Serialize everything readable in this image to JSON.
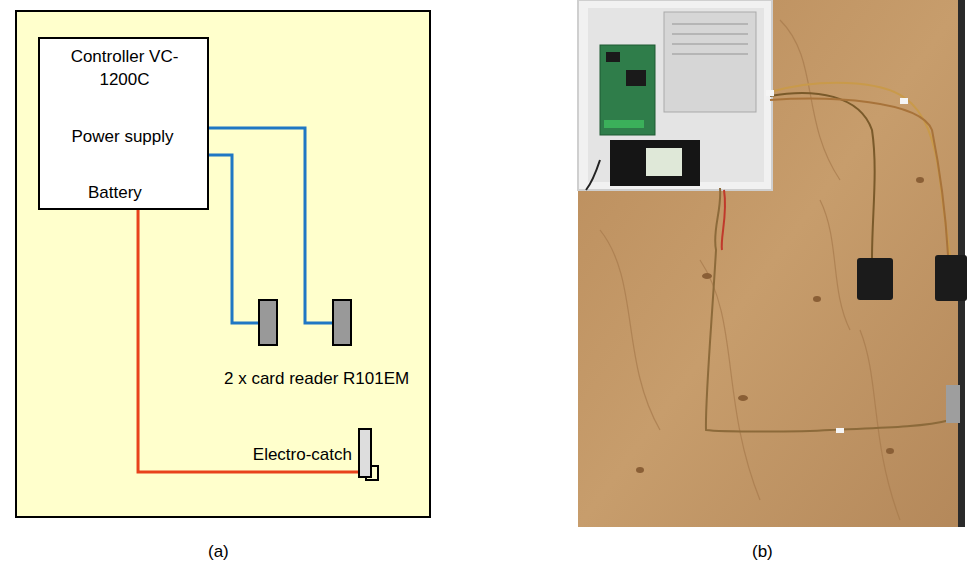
{
  "diagram": {
    "nodes": [
      {
        "text": [
          "Controller VC-1200C",
          "Power supply",
          "Battery"
        ]
      },
      {
        "text": [
          "Electro-catch"
        ]
      }
    ],
    "edges": [
      {
        "from": 0,
        "to": 1,
        "arrow": "none"
      }
    ],
    "labels": [
      "2 x card reader R101EM",
      "(a)",
      "(b)"
    ]
  }
}
